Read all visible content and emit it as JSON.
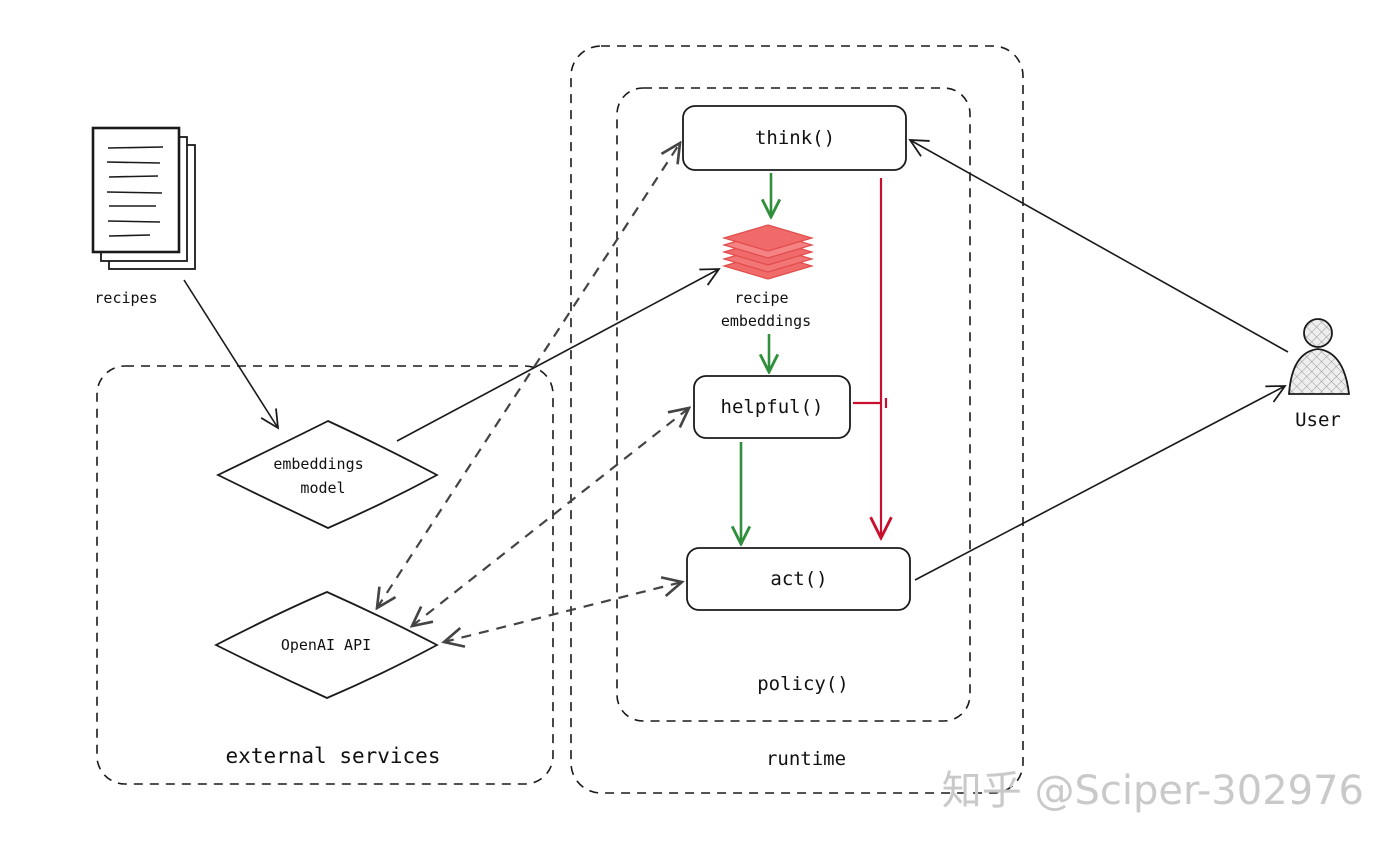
{
  "nodes": {
    "recipes": "recipes",
    "embeddings_model": [
      "embeddings",
      "model"
    ],
    "openai_api": "OpenAI API",
    "think": "think()",
    "recipe_embeddings": [
      "recipe",
      "embeddings"
    ],
    "helpful": "helpful()",
    "act": "act()",
    "user": "User"
  },
  "groups": {
    "external_services": "external services",
    "policy": "policy()",
    "runtime": "runtime"
  },
  "watermark": "知乎 @Sciper-302976",
  "colors": {
    "flow_green": "#2f8f3a",
    "flow_red": "#c8102e",
    "embeddings_stack": "#f06a6a"
  }
}
